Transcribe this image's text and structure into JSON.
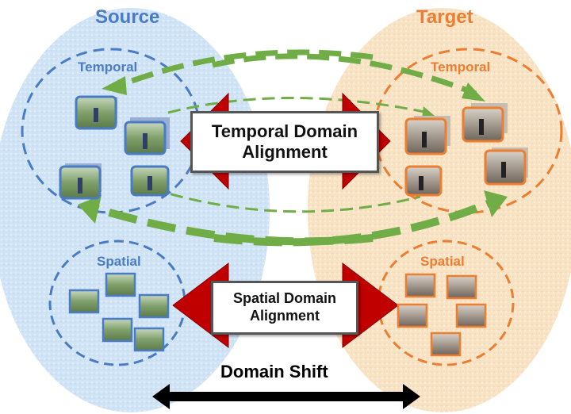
{
  "source": {
    "title": "Source",
    "temporal_label": "Temporal",
    "spatial_label": "Spatial"
  },
  "target": {
    "title": "Target",
    "temporal_label": "Temporal",
    "spatial_label": "Spatial"
  },
  "temporal_alignment": {
    "line1": "Temporal Domain",
    "line2": "Alignment"
  },
  "spatial_alignment": {
    "line1": "Spatial Domain",
    "line2": "Alignment"
  },
  "domain_shift_label": "Domain Shift",
  "colors": {
    "source": "#4a7cc5",
    "target": "#ed7d31",
    "arrow_green": "#70ad47",
    "arrow_red": "#c00000",
    "source_bg": "#cfe3f5",
    "target_bg": "#f9e3c4"
  }
}
